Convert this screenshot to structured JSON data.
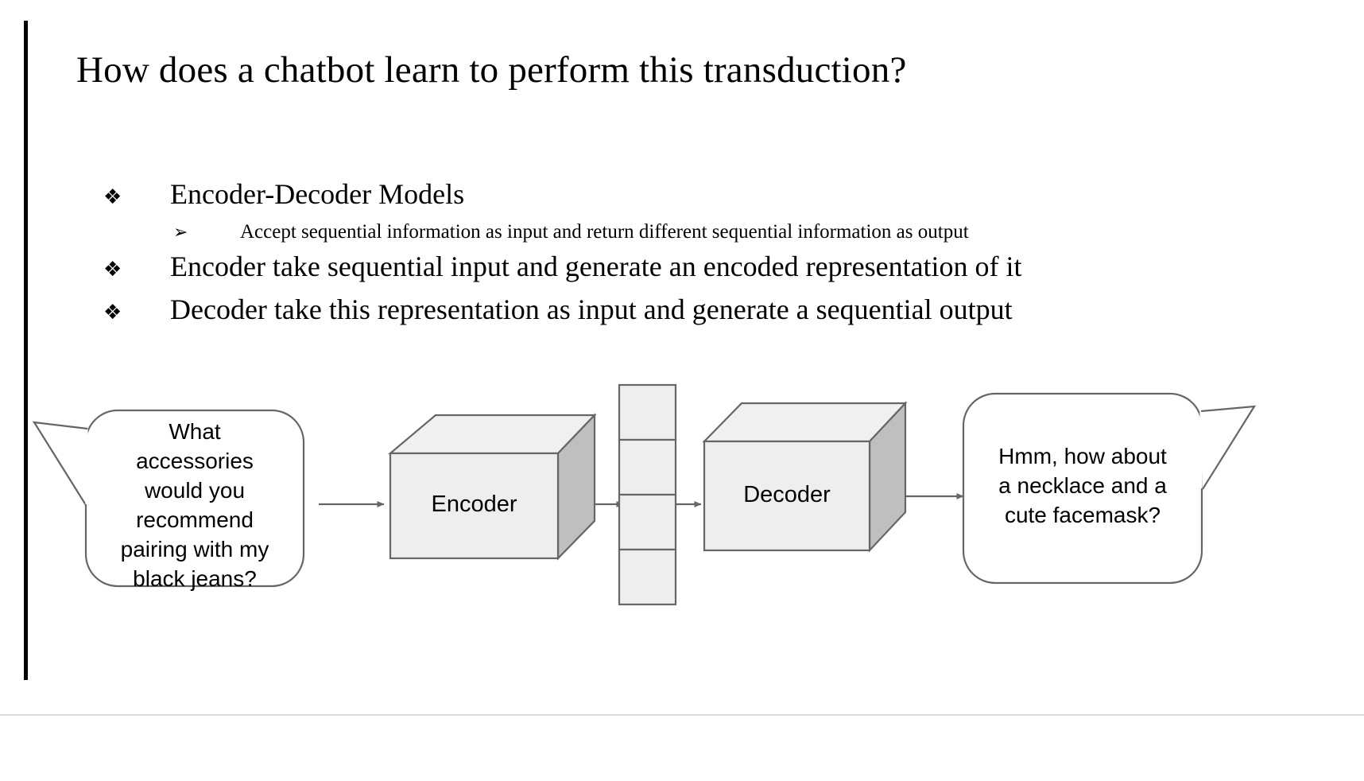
{
  "slide": {
    "title": "How does a chatbot learn to perform this transduction?",
    "bullets": [
      {
        "level": 1,
        "marker": "❖",
        "marker_name": "diamond-bullet-icon",
        "text": "Encoder-Decoder Models"
      },
      {
        "level": 2,
        "marker": "➢",
        "marker_name": "arrow-bullet-icon",
        "text": "Accept sequential information as input and return different sequential information as output"
      },
      {
        "level": 1,
        "marker": "❖",
        "marker_name": "diamond-bullet-icon",
        "text": "Encoder take sequential input and generate an encoded representation of it"
      },
      {
        "level": 1,
        "marker": "❖",
        "marker_name": "diamond-bullet-icon",
        "text": "Decoder take this representation as input and generate a sequential output"
      }
    ]
  },
  "diagram": {
    "input_bubble": {
      "lines": [
        "What",
        "accessories",
        "would you",
        "recommend",
        "pairing with my",
        "black jeans?"
      ]
    },
    "encoder": {
      "label": "Encoder"
    },
    "decoder": {
      "label": "Decoder"
    },
    "latent": {
      "segments": 4
    },
    "output_bubble": {
      "lines": [
        "Hmm, how about",
        "a necklace and a",
        "cute facemask?"
      ]
    },
    "colors": {
      "cube_front": "#eeeeee",
      "cube_side": "#bfbfbf",
      "cube_top": "#f0f0f0",
      "stroke": "#666666",
      "bubble_stroke": "#666666",
      "arrow": "#666666",
      "accent_bar": "#000000"
    }
  }
}
